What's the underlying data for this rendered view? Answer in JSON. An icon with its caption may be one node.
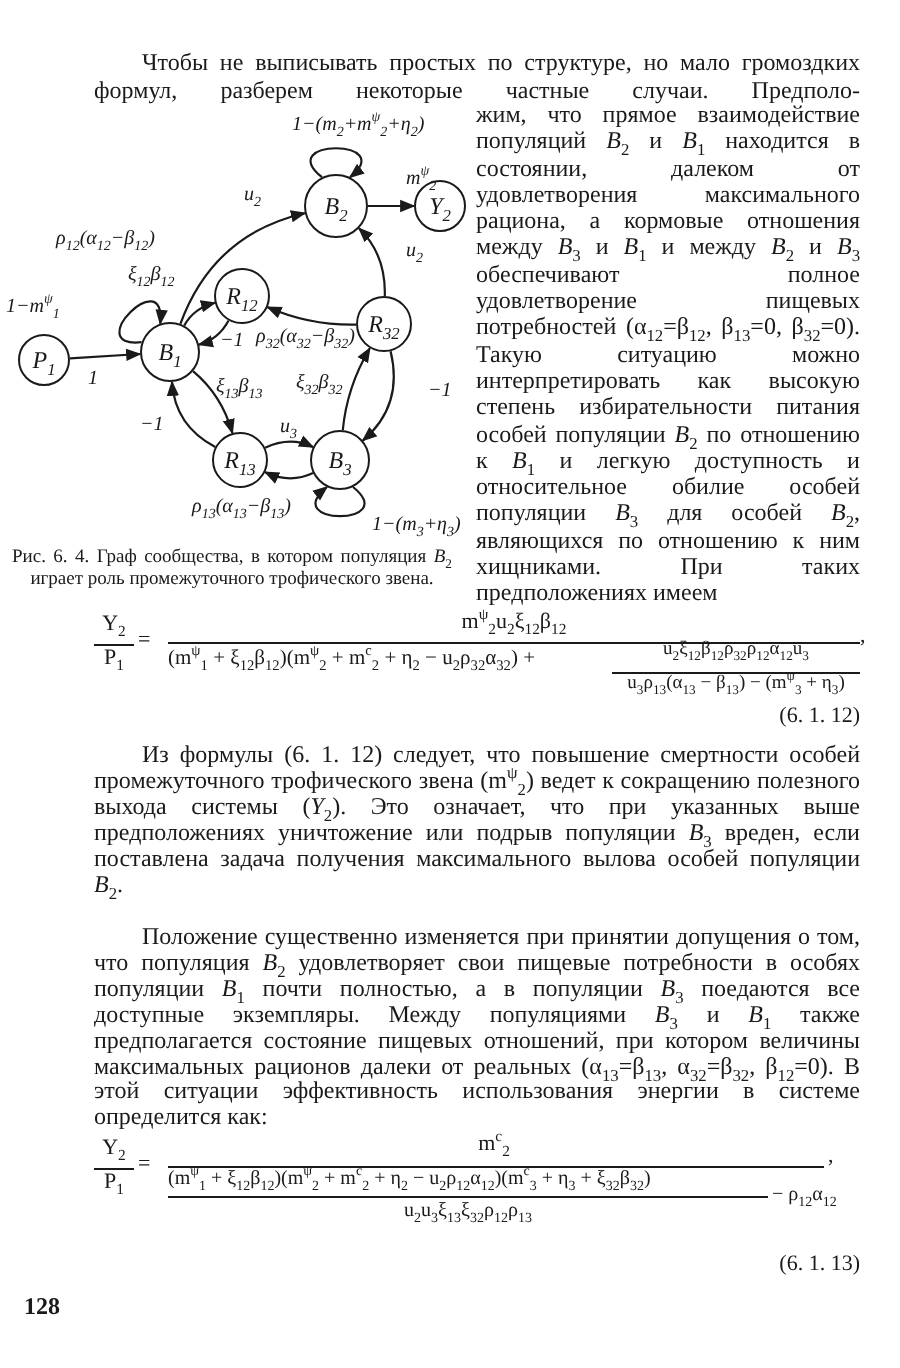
{
  "diagram": {
    "caption": "Рис. 6. 4. Граф сообщества, в котором популяция *B*$_{2}$ играет роль промежуточного трофического звена.",
    "nodes": [
      {
        "text": [
          "B$_{2}$"
        ]
      },
      {
        "text": [
          "Y$_{2}$"
        ]
      },
      {
        "text": [
          "R$_{12}$"
        ]
      },
      {
        "text": [
          "P$_{1}$"
        ]
      },
      {
        "text": [
          "B$_{1}$"
        ]
      },
      {
        "text": [
          "R$_{32}$"
        ]
      },
      {
        "text": [
          "R$_{13}$"
        ]
      },
      {
        "text": [
          "B$_{3}$"
        ]
      }
    ],
    "edges": [
      {
        "from": 0,
        "to": 0,
        "arrow": "to",
        "label": "1−(m$_{2}$+m$^{ψ}$$_{2}$+η$_{2}$)"
      },
      {
        "from": 0,
        "to": 1,
        "arrow": "to",
        "label": "m$^{ψ}$$_{2}$"
      },
      {
        "from": 4,
        "to": 0,
        "arrow": "to",
        "label": "ρ$_{12}$(α$_{12}$−β$_{12}$)"
      },
      {
        "from": 4,
        "to": 2,
        "arrow": "to",
        "label": "ξ$_{12}$β$_{12}$"
      },
      {
        "from": 2,
        "to": 4,
        "arrow": "to",
        "label": "−1"
      },
      {
        "from": 5,
        "to": 2,
        "arrow": "to",
        "label": "ρ$_{32}$(α$_{32}$−β$_{32}$)"
      },
      {
        "from": 5,
        "to": 0,
        "arrow": "to",
        "label": "u$_{2}$"
      },
      {
        "from": 7,
        "to": 5,
        "arrow": "to",
        "label": "ξ$_{32}$β$_{32}$"
      },
      {
        "from": 5,
        "to": 7,
        "arrow": "to",
        "label": "−1"
      },
      {
        "from": 4,
        "to": 6,
        "arrow": "to",
        "label": "ξ$_{13}$β$_{13}$"
      },
      {
        "from": 6,
        "to": 4,
        "arrow": "to",
        "label": "−1"
      },
      {
        "from": 6,
        "to": 7,
        "arrow": "to",
        "label": "u$_{3}$"
      },
      {
        "from": 7,
        "to": 6,
        "arrow": "to",
        "label": "ρ$_{13}$(α$_{13}$−β$_{13}$)"
      },
      {
        "from": 7,
        "to": 7,
        "arrow": "to",
        "label": "1−(m$_{3}$+η$_{3}$)"
      },
      {
        "from": 3,
        "to": 4,
        "arrow": "to",
        "label": "1"
      },
      {
        "from": 4,
        "to": 4,
        "arrow": "to",
        "label": "1−m$^{ψ}$$_{1}$"
      }
    ],
    "labels": [
      "u$_{2}$",
      "Чтобы не выписывать простых по структуре, но мало громоздких формул, разберем некоторые частные случаи. Предполо-",
      "жим, что прямое взаимодействие популяций *B*$_{2}$ и *B*$_{1}$ находится в состоянии, далеком от удовлетворения максимального рациона, а кормовые отношения между *B*$_{3}$ и *B*$_{1}$ и между *B*$_{2}$ и *B*$_{3}$ обеспечивают полное удовлетворение пищевых потребностей (α$_{12}$=β$_{12}$, β$_{13}$=0, β$_{32}$=0). Такую ситуацию можно интерпретировать как высокую степень избирательности питания особей популяции *B*$_{2}$ по отношению к *B*$_{1}$ и легкую доступность и относительное обилие особей популяции *B*$_{3}$ для особей *B*$_{2}$, являющихся по отношению к ним хищниками. При таких предположениях имеем",
      "Y$_{2}$",
      "P$_{1}$",
      "=",
      "m$^{ψ}$$_{2}$u$_{2}$ξ$_{12}$β$_{12}$",
      "(m$^{ψ}$$_{1}$ + ξ$_{12}$β$_{12}$)(m$^{ψ}$$_{2}$ + m$^{c}$$_{2}$ + η$_{2}$ − u$_{2}$ρ$_{32}$α$_{32}$) +",
      "u$_{2}$ξ$_{12}$β$_{12}$ρ$_{32}$ρ$_{12}$α$_{12}$u$_{3}$",
      "u$_{3}$ρ$_{13}$(α$_{13}$ − β$_{13}$) − (m$^{ψ}$$_{3}$ + η$_{3}$)",
      ",",
      "(6. 1. 12)",
      "Из формулы (6. 1. 12) следует, что повышение смертности особей промежуточного трофического звена (m$^{ψ}$$_{2}$) ведет к сокращению полезного выхода системы (*Y*$_{2}$). Это означает, что при указанных выше предположениях уничтожение или подрыв популяции *B*$_{3}$ вреден, если поставлена задача получения максимального вылова особей популяции *B*$_{2}$.",
      "Положение существенно изменяется при принятии допущения о том, что популяция *B*$_{2}$ удовлетворяет свои пищевые потребности в особях популяции *B*$_{1}$ почти полностью, а в популяции *B*$_{3}$ поедаются все доступные экземпляры. Между популяциями *B*$_{3}$ и *B*$_{1}$ также предполагается состояние пищевых отношений, при котором величины максимальных рационов далеки от реальных (α$_{13}$=β$_{13}$, α$_{32}$=β$_{32}$, β$_{12}$=0). В этой ситуации эффективность использования энергии в системе определится как:",
      "Y$_{2}$",
      "P$_{1}$",
      "=",
      "m$^{c}$$_{2}$",
      "(m$^{ψ}$$_{1}$ + ξ$_{12}$β$_{12}$)(m$^{ψ}$$_{2}$ + m$^{c}$$_{2}$ + η$_{2}$ − u$_{2}$ρ$_{12}$α$_{12}$)(m$^{c}$$_{3}$ + η$_{3}$ + ξ$_{32}$β$_{32}$)",
      "u$_{2}$u$_{3}$ξ$_{13}$ξ$_{32}$ρ$_{12}$ρ$_{13}$",
      "− ρ$_{12}$α$_{12}$",
      ",",
      "(6. 1. 13)",
      "128"
    ]
  }
}
